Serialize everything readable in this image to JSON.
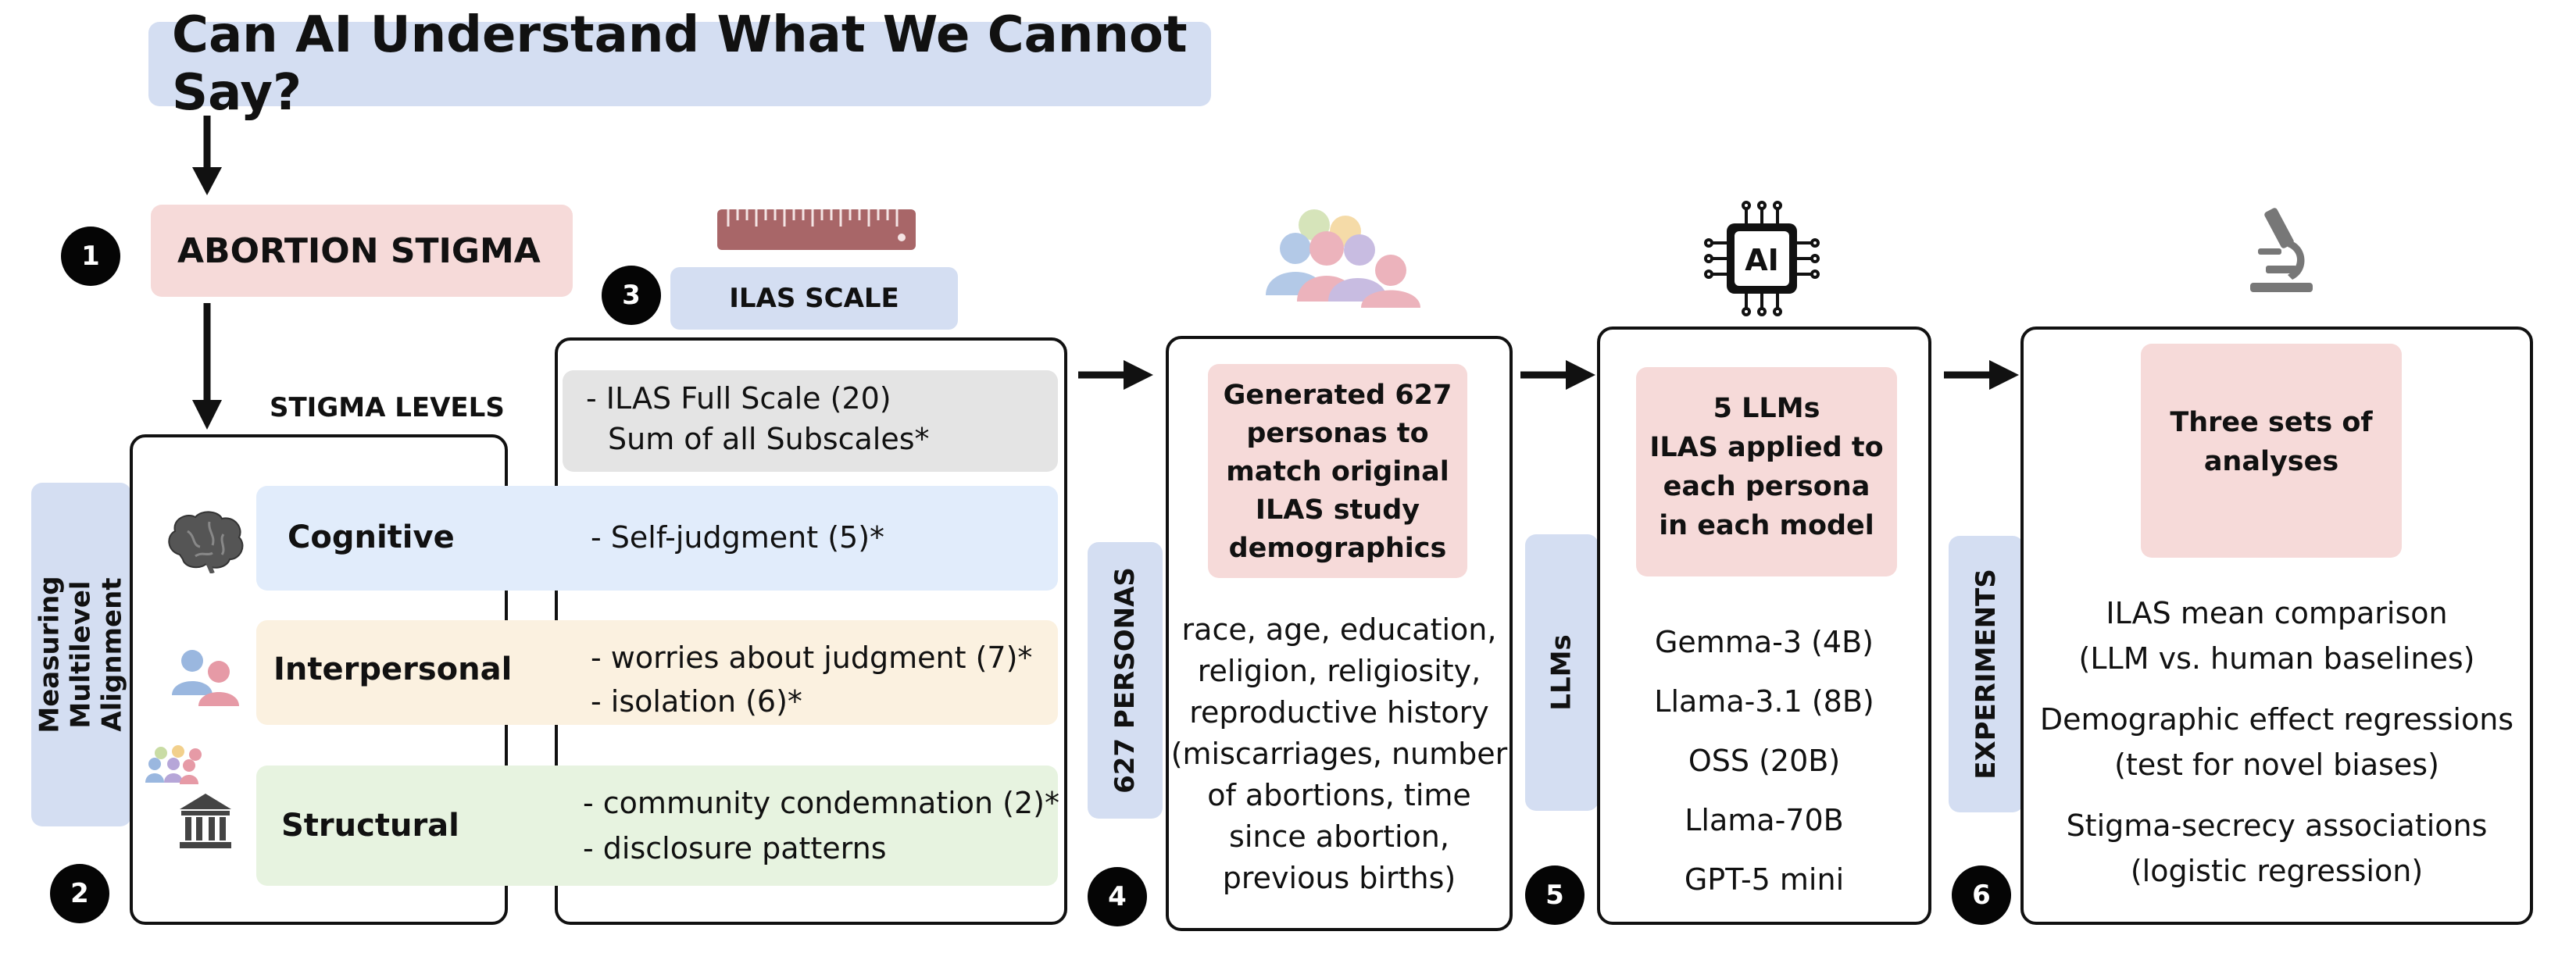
{
  "title": "Can AI Understand What We Cannot Say?",
  "steps": [
    "1",
    "2",
    "3",
    "4",
    "5",
    "6"
  ],
  "abortion_stigma": "ABORTION STIGMA",
  "stigma_levels": {
    "heading": "STIGMA LEVELS",
    "side_label": "Measuring Multilevel Alignment",
    "levels": [
      {
        "label": "Cognitive",
        "icon": "brain-icon"
      },
      {
        "label": "Interpersonal",
        "icon": "people-icon"
      },
      {
        "label": "Structural",
        "icon": "institution-icon"
      }
    ]
  },
  "ilas": {
    "heading": "ILAS SCALE",
    "icon": "ruler-icon",
    "full_scale": [
      "- ILAS Full Scale (20)",
      "Sum of all Subscales*"
    ],
    "cognitive": [
      "- Self-judgment (5)*"
    ],
    "interpersonal": [
      "- worries about judgment (7)*",
      "- isolation (6)*"
    ],
    "structural": [
      "- community condemnation (2)*",
      "- disclosure patterns"
    ]
  },
  "personas": {
    "side_label": "627 PERSONAS",
    "icon": "crowd-icon",
    "highlight": [
      "Generated 627",
      "personas to",
      "match original",
      "ILAS study",
      "demographics"
    ],
    "body": [
      "race, age, education,",
      "religion, religiosity,",
      "reproductive history",
      "(miscarriages, number",
      "of abortions, time",
      "since abortion,",
      "previous births)"
    ]
  },
  "llms": {
    "side_label": "LLMs",
    "icon": "ai-chip-icon",
    "chip_text": "AI",
    "highlight": [
      "5 LLMs",
      "ILAS applied to",
      "each persona",
      "in each model"
    ],
    "models": [
      "Gemma-3 (4B)",
      "Llama-3.1 (8B)",
      "OSS (20B)",
      "Llama-70B",
      "GPT-5 mini"
    ]
  },
  "experiments": {
    "side_label": "EXPERIMENTS",
    "icon": "microscope-icon",
    "highlight": [
      "Three sets of",
      "analyses"
    ],
    "analyses": [
      [
        "ILAS mean comparison",
        "(LLM vs. human baselines)"
      ],
      [
        "Demographic effect regressions",
        "(test for novel biases)"
      ],
      [
        "Stigma-secrecy associations",
        "(logistic regression)"
      ]
    ]
  },
  "colors": {
    "lavender": "#d4def2",
    "pink": "#f6dad9",
    "light_blue": "#e1ecfb",
    "light_orange": "#fbf1e0",
    "light_green": "#e7f3e0",
    "gray": "#e4e4e4"
  }
}
